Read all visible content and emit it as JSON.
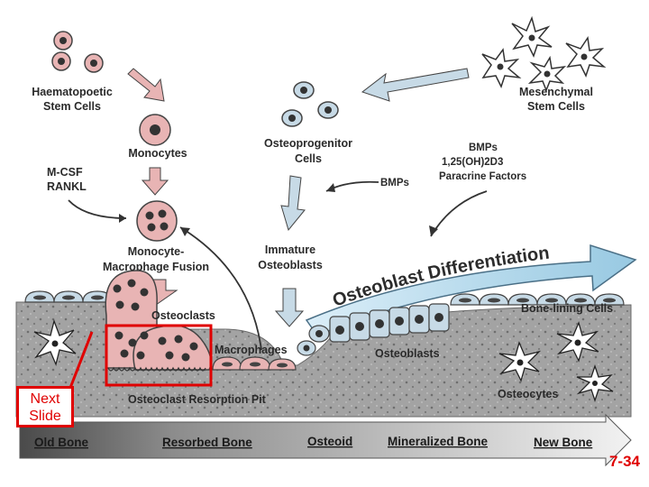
{
  "labels": {
    "hsc": [
      "Haematopoetic",
      "Stem Cells"
    ],
    "msc": [
      "Mesenchymal",
      "Stem Cells"
    ],
    "monocytes": "Monocytes",
    "mcsf": [
      "M-CSF",
      "RANKL"
    ],
    "osteoprogenitor": [
      "Osteoprogenitor",
      "Cells"
    ],
    "bmps_factors": [
      "BMPs",
      "1,25(OH)2D3",
      "Paracrine Factors"
    ],
    "bmps": "BMPs",
    "fusion": [
      "Monocyte-",
      "Macrophage Fusion"
    ],
    "immature": [
      "Immature",
      "Osteoblasts"
    ],
    "differentiation": "Osteoblast Differentiation",
    "osteoclasts": "Osteoclasts",
    "bone_lining": "Bone-lining Cells",
    "macrophages": "Macrophages",
    "osteoblasts": "Osteoblasts",
    "osteocytes": "Osteocytes",
    "resorption_pit": "Osteoclast Resorption Pit"
  },
  "bottom_bar": [
    "Old Bone",
    "Resorbed Bone",
    "Osteoid",
    "Mineralized Bone",
    "New Bone"
  ],
  "next_slide": "Next Slide",
  "slide_number": "7-34",
  "colors": {
    "accent_red": "#e00000",
    "cell_pink": "#e8b4b4",
    "cell_blue": "#c7dae6",
    "bone_gray": "#9a9a9a",
    "arrow_blue": "#a8d1e6"
  }
}
